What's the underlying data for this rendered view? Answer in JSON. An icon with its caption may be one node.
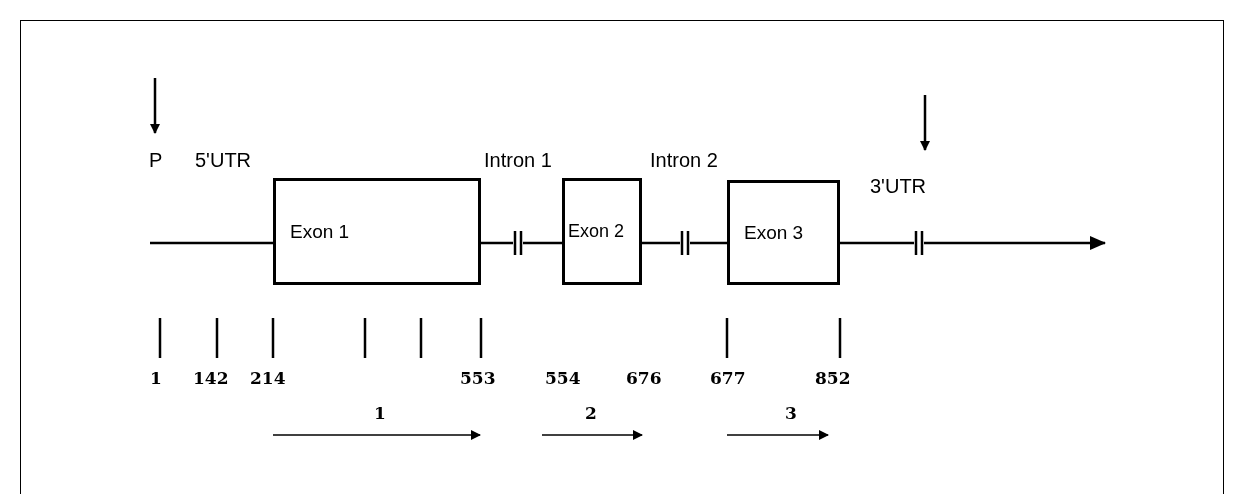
{
  "diagram": {
    "nodes": [
      {
        "text": [
          "Exon 1"
        ]
      },
      {
        "text": [
          "Exon 2"
        ]
      },
      {
        "text": [
          "Exon 3"
        ]
      }
    ],
    "edges": [
      {
        "from": 0,
        "to": 1,
        "arrow": "none"
      },
      {
        "from": 1,
        "to": 2,
        "arrow": "none"
      },
      {
        "from": 2,
        "to": null,
        "arrow": "to"
      }
    ],
    "labels": [
      "P",
      "5'UTR",
      "Intron 1",
      "Intron 2",
      "3'UTR",
      "1",
      "142",
      "214",
      "553",
      "554",
      "676",
      "677",
      "852",
      "1",
      "2",
      "3"
    ]
  }
}
